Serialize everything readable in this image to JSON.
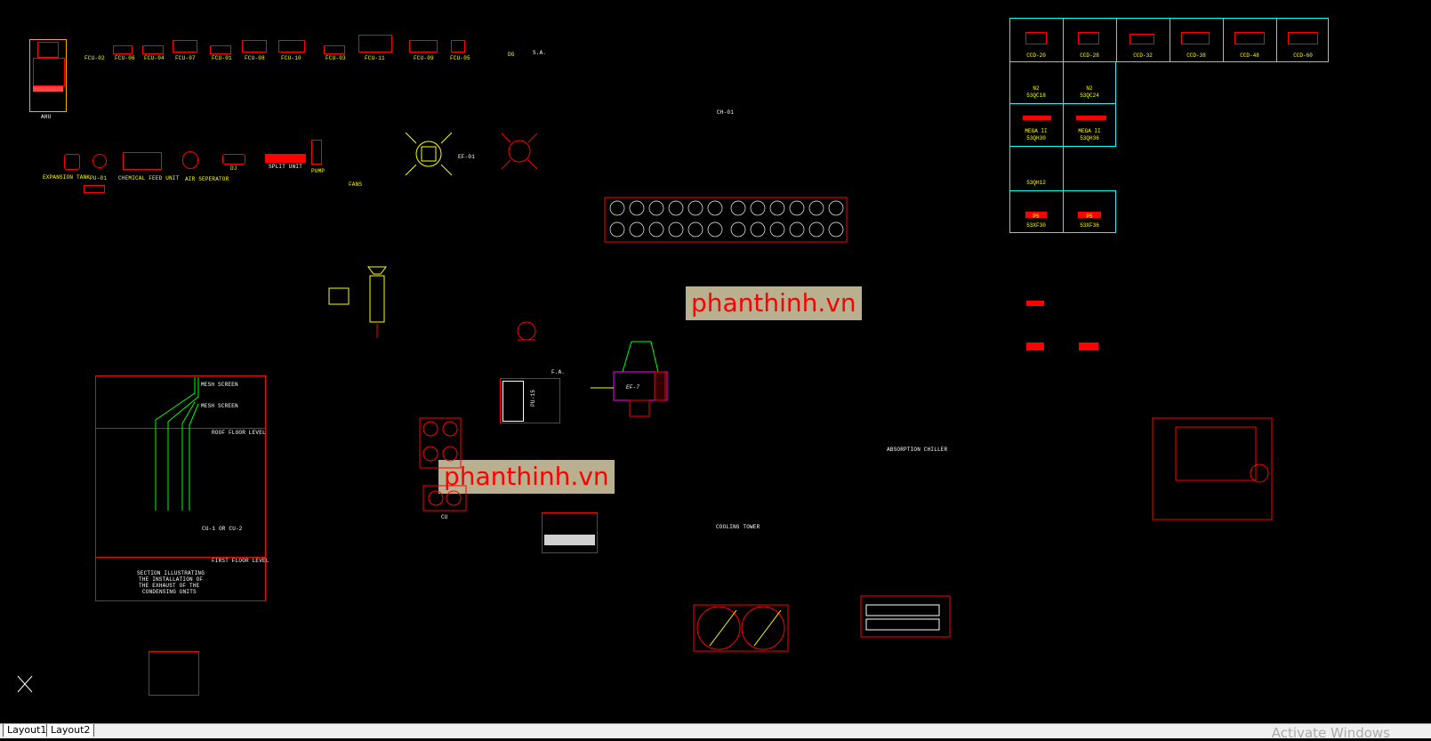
{
  "drawing": {
    "ahu_label": "AHU",
    "fcu_labels": [
      "FCU-02",
      "FCU-06",
      "FCU-04",
      "FCU-07",
      "FCU-01",
      "FCU-08",
      "FCU-10",
      "FCU-03",
      "FCU-11",
      "FCU-09",
      "FCU-05"
    ],
    "dg_label": "DG",
    "sa_label": "S.A.",
    "ch_label": "CH-01",
    "equipment_row": {
      "expansion_tank": "EXPANSION TANK",
      "pu": "PU-01",
      "chemical_feed": "CHEMICAL FEED UNIT",
      "air_separator": "AIR SEPERATOR",
      "dj": "DJ",
      "split_unit": "SPLIT UNIT",
      "pump": "PUMP",
      "fans": "FANS",
      "ef": "EF-01"
    },
    "section": {
      "mesh1": "MESH SCREEN",
      "mesh2": "MESH SCREEN",
      "roof": "ROOF FLOOR LEVEL",
      "cu": "CU-1 OR CU-2",
      "first": "FIRST FLOOR LEVEL",
      "caption": [
        "SECTION ILLUSTRATING",
        "THE INSTALLATION OF",
        "THE EXHAUST OF THE",
        "CONDENSING UNITS"
      ]
    },
    "fa_label": "F.A.",
    "pu15_label": "PU-15",
    "ef7_label": "EF-7",
    "cu_label": "CU",
    "absorption_label": "ABSORPTION CHILLER",
    "cooling_tower_label": "COOLING TOWER",
    "watermark": "phanthinh.vn",
    "table": {
      "row1": [
        "CCD-20",
        "CCD-28",
        "CCD-32",
        "CCD-38",
        "CCD-48",
        "CCD-60"
      ],
      "row2": [
        {
          "l1": "N2",
          "l2": "53QC18"
        },
        {
          "l1": "N2",
          "l2": "53QC24"
        }
      ],
      "row3": [
        {
          "l1": "MEGA II",
          "l2": "53QH30"
        },
        {
          "l1": "MEGA II",
          "l2": "53QH36"
        }
      ],
      "row4": "53QH12",
      "row5": [
        {
          "l1": "P5",
          "l2": "53XF30"
        },
        {
          "l1": "P5",
          "l2": "53XF36"
        }
      ]
    }
  },
  "tabs": [
    "Layout1",
    "Layout2"
  ],
  "activate": "Activate Windows"
}
